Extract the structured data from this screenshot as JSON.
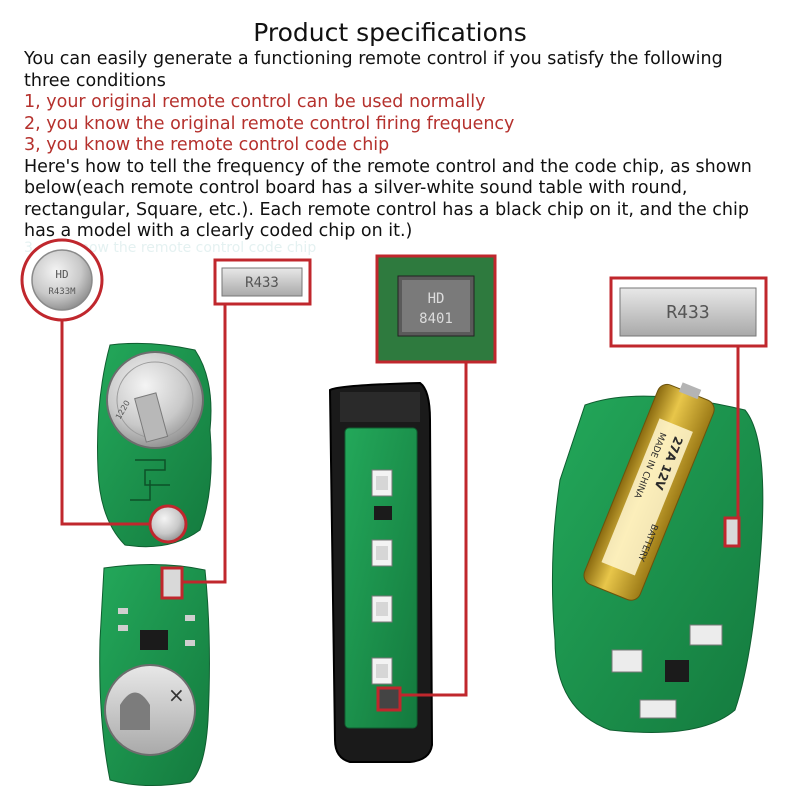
{
  "heading": "Product specifications",
  "intro_line": "You can easily generate a functioning remote control if you satisfy the following three conditions",
  "conditions": [
    "1, your original remote control can be used normally",
    "2, you know the original remote control firing frequency",
    "3, you know the remote control code chip"
  ],
  "explanation": "Here's how to tell the frequency of the remote control and the code chip, as shown below(each remote control board has a silver-white sound table with round, rectangular, Square, etc.). Each remote control has a black chip on it, and the chip has a model with a clearly coded chip on it.)",
  "ghost_text": "3, you know the remote control code chip",
  "callouts": {
    "round_resonator": [
      "HD",
      "R433M"
    ],
    "rect_resonator_a": "R433",
    "chip": [
      "HD",
      "8401"
    ],
    "rect_resonator_b": "R433"
  },
  "battery": {
    "model": "27A 12V",
    "origin": "MADE IN CHINA",
    "type": "BATTERY"
  },
  "coin_cell_mark": "1220",
  "colors": {
    "accent_red": "#b5312d",
    "callout_red": "#c0272d",
    "pcb_green": "#1f9a52",
    "battery_gold": "#c9a22a"
  }
}
